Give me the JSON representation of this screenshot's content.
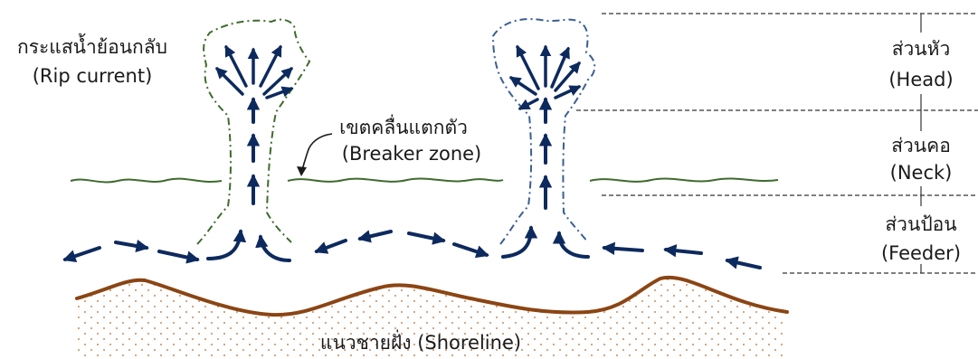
{
  "labels": {
    "rip_current_th": "กระแสน้ำย้อนกลับ",
    "rip_current_en": "(Rip current)",
    "breaker_zone_th": "เขตคลื่นแตกตัว",
    "breaker_zone_en": "(Breaker zone)",
    "head_th": "ส่วนหัว",
    "head_en": "(Head)",
    "neck_th": "ส่วนคอ",
    "neck_en": "(Neck)",
    "feeder_th": "ส่วนป้อน",
    "feeder_en": "(Feeder)",
    "shoreline": "แนวชายฝั่ง (Shoreline)"
  },
  "colors": {
    "arrow": "#0d2a5e",
    "wave_line": "#3f6b2e",
    "rip_outline_left": "#3f6b2e",
    "rip_outline_right": "#3a5f95",
    "shore_line": "#8b4513",
    "sand_dots": "#c98a5a",
    "divider": "#333333"
  }
}
